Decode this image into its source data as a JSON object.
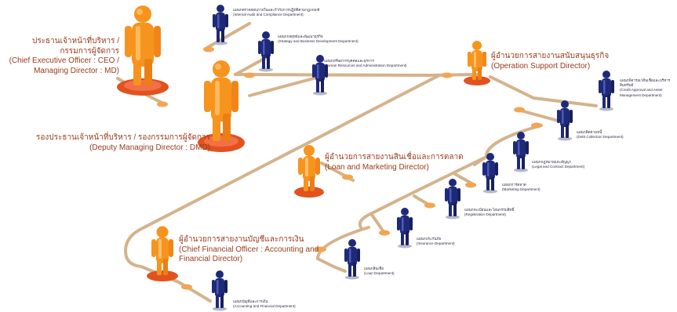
{
  "executives": [
    {
      "id": "ceo",
      "th": "ประธานเจ้าหน้าที่บริหาร / กรรมการผู้จัดการ",
      "en": "(Chief Executive Officer : CEO / Managing Director : MD)"
    },
    {
      "id": "dmd",
      "th": "รองประธานเจ้าหน้าที่บริหาร / รองกรรมการผู้จัดการ",
      "en": "(Deputy Managing Director : DMD)"
    },
    {
      "id": "ops",
      "th": "ผู้อำนวยการสายงานสนับสนุนธุรกิจ",
      "en": "(Operation Support Director)"
    },
    {
      "id": "loan",
      "th": "ผู้อำนวยการสายงานสินเชื่อและการตลาด",
      "en": "(Loan and Marketing Director)"
    },
    {
      "id": "cfo",
      "th": "ผู้อำนวยการสายงานบัญชีและการเงิน",
      "en": "(Chief Financial Officer : Accounting and Financial Director)"
    }
  ],
  "departments": [
    {
      "id": "audit",
      "th": "แผนกตรวจสอบภายในและกำกับการปฏิบัติตามกฎเกณฑ์",
      "en": "(Internal Audit and Compliance Department)"
    },
    {
      "id": "strategy",
      "th": "แผนกกลยุทธ์และพัฒนาธุรกิจ",
      "en": "(Strategy and Business Development Department)"
    },
    {
      "id": "hr",
      "th": "แผนกทรัพยากรบุคคลและธุรการ",
      "en": "(Human Resources and Administration Department)"
    },
    {
      "id": "credit",
      "th": "แผนกพิจารณาสินเชื่อและบริหารสินทรัพย์",
      "en": "(Credit Approval and Asset Management Department)"
    },
    {
      "id": "debt",
      "th": "แผนกติดตามหนี้",
      "en": "(Debt Collection Department)"
    },
    {
      "id": "legal",
      "th": "แผนกกฎหมายและสัญญา",
      "en": "(Legal and Contract Department)"
    },
    {
      "id": "marketing",
      "th": "แผนกการตลาด",
      "en": "(Marketing Department)"
    },
    {
      "id": "registration",
      "th": "แผนกทะเบียนและโอนกรรมสิทธิ์",
      "en": "(Registration Department)"
    },
    {
      "id": "insurance",
      "th": "แผนกประกันภัย",
      "en": "(Insurance Department)"
    },
    {
      "id": "loandept",
      "th": "แผนกสินเชื่อ",
      "en": "(Loan Department)"
    },
    {
      "id": "accounting",
      "th": "แผนกบัญชีและการเงิน",
      "en": "(Accounting and Financial Department)"
    }
  ],
  "colors": {
    "exec_body": "#f7941d",
    "exec_highlight": "#fbc16a",
    "exec_base": "#e2521f",
    "dept_body": "#1e2a78",
    "dept_highlight": "#4a5ab8",
    "line": "#d4b38c",
    "node": "#f2a553"
  }
}
